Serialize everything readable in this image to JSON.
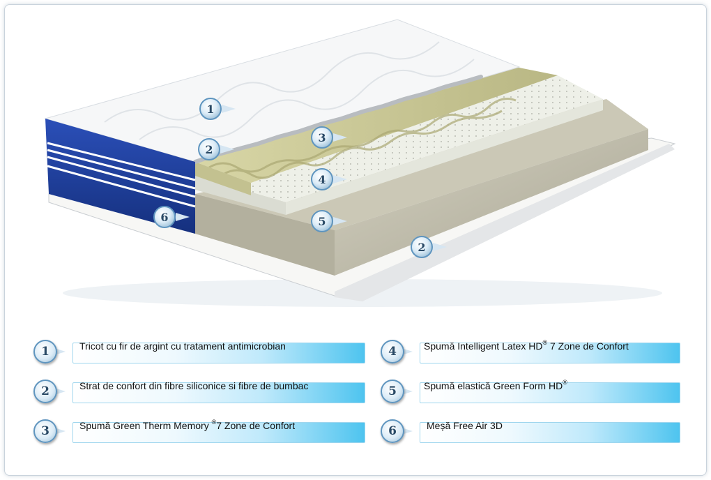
{
  "diagram_labels": [
    "1",
    "2",
    "3",
    "4",
    "2",
    "5",
    "6"
  ],
  "legend": [
    {
      "num": "1",
      "text": "Tricot cu fir de argint cu tratament antimicrobian",
      "sup": "",
      "tail": ""
    },
    {
      "num": "2",
      "text": "Strat de confort din fibre siliconice si fibre de bumbac",
      "sup": "",
      "tail": ""
    },
    {
      "num": "3",
      "text": "Spumă Green Therm Memory ",
      "sup": "®",
      "tail": "7 Zone de Confort"
    },
    {
      "num": "4",
      "text": "Spumă Intelligent Latex HD",
      "sup": "®",
      "tail": " 7 Zone de Confort"
    },
    {
      "num": "5",
      "text": "Spumă elastică Green Form HD",
      "sup": "®",
      "tail": ""
    },
    {
      "num": "6",
      "text": "Meșă Free Air 3D",
      "sup": "",
      "tail": ""
    }
  ],
  "colors": {
    "cover": "#f4f6f8",
    "side_blue": "#1f3f9e",
    "memory_foam": "#c9c79a",
    "latex": "#eceee6",
    "base_foam": "#bfbcab",
    "bar_accent": "#4ec4ef"
  }
}
